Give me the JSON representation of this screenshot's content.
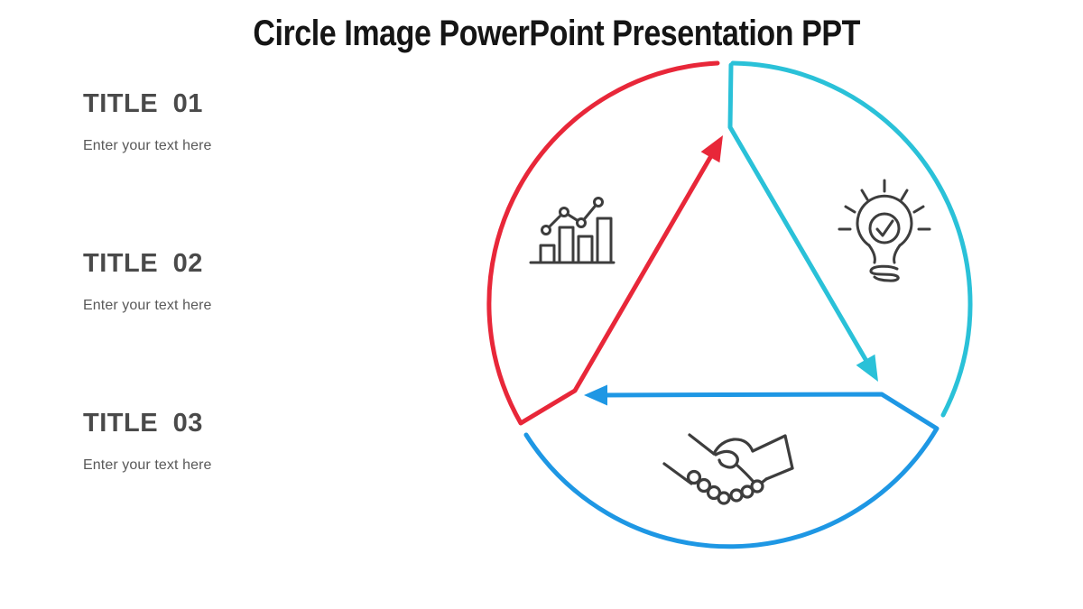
{
  "slide": {
    "title": "Circle Image PowerPoint Presentation PPT"
  },
  "sections": [
    {
      "label": "TITLE 01",
      "placeholder": "Enter your text here"
    },
    {
      "label": "TITLE 02",
      "placeholder": "Enter your text here"
    },
    {
      "label": "TITLE 03",
      "placeholder": "Enter your text here"
    }
  ],
  "diagram": {
    "type": "cycle",
    "steps": [
      {
        "order": 1,
        "color_name": "red",
        "icon": "bar-chart-icon",
        "position": "top-left",
        "arrow_direction": "to-top"
      },
      {
        "order": 2,
        "color_name": "cyan",
        "icon": "lightbulb-check-icon",
        "position": "right",
        "arrow_direction": "to-bottom-right"
      },
      {
        "order": 3,
        "color_name": "blue",
        "icon": "handshake-icon",
        "position": "bottom-left",
        "arrow_direction": "to-left"
      }
    ]
  },
  "colors": {
    "red": "#e82739",
    "cyan": "#2ac1d8",
    "blue": "#1e97e4",
    "icon": "#3d3d3d",
    "icon_fill": "#ffffff",
    "title": "#151515",
    "heading": "#4a4a4a",
    "body": "#595959"
  }
}
